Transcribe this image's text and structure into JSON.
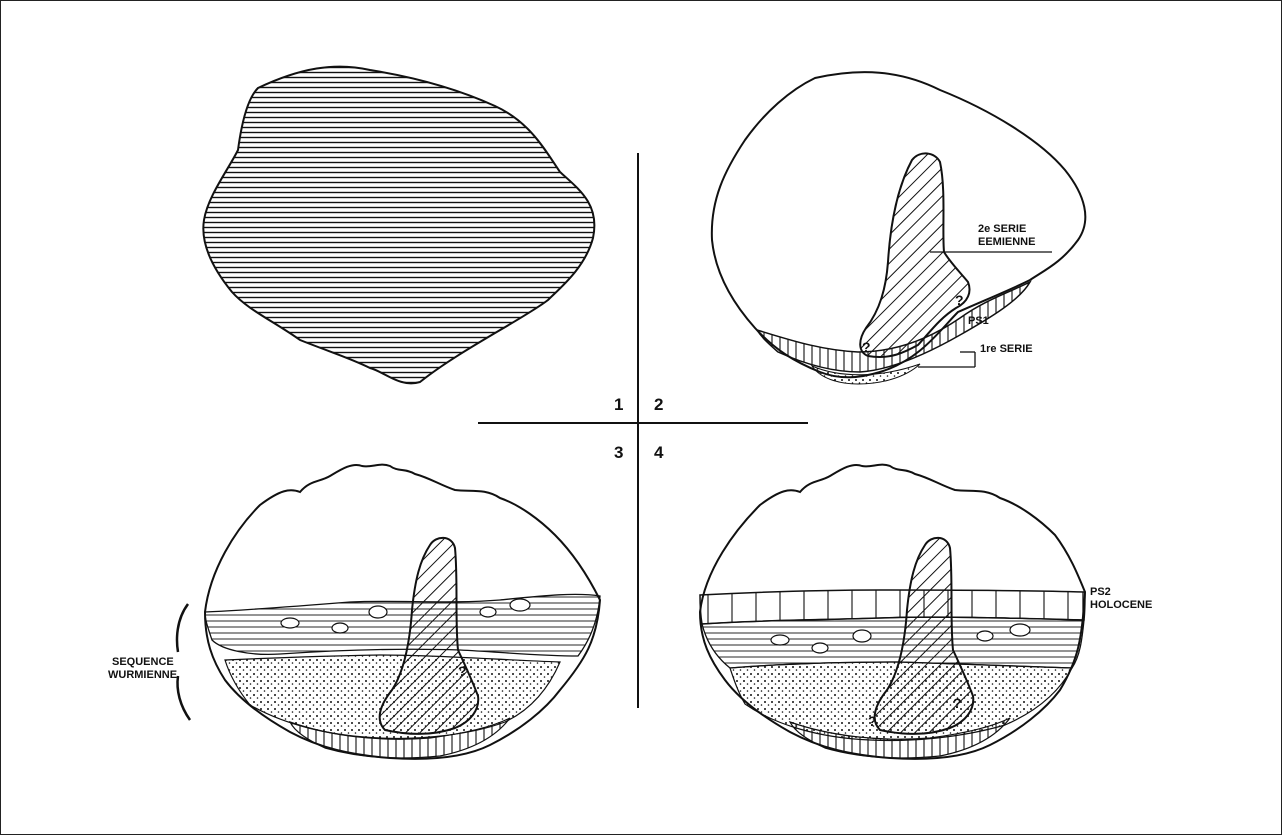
{
  "quadrants": {
    "q1": "1",
    "q2": "2",
    "q3": "3",
    "q4": "4"
  },
  "panel2": {
    "serie2_line1": "2e SERIE",
    "serie2_line2": "EEMIENNE",
    "ps1": "PS1",
    "serie1": "1re SERIE",
    "question_marks": [
      "?",
      "?"
    ]
  },
  "panel3": {
    "sequence_line1": "SEQUENCE",
    "sequence_line2": "WURMIENNE",
    "question_marks": [
      "?"
    ]
  },
  "panel4": {
    "ps2": "PS2",
    "holocene": "HOLOCENE",
    "question_marks": [
      "?",
      "?"
    ]
  },
  "colors": {
    "ink": "#111111",
    "paper": "#ffffff"
  }
}
